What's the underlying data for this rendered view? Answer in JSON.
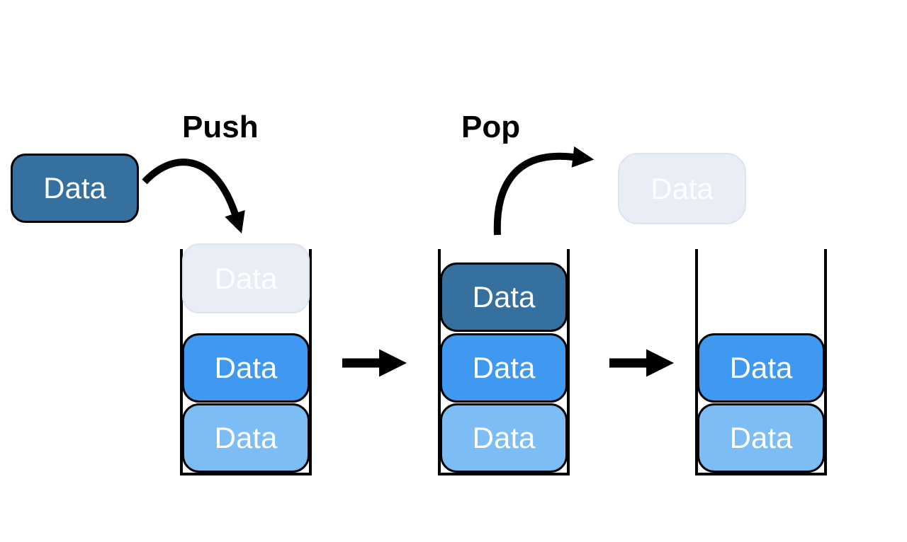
{
  "diagram": {
    "push_label": "Push",
    "pop_label": "Pop",
    "incoming_box": {
      "label": "Data"
    },
    "popped_box": {
      "label": "Data"
    },
    "stacks": [
      {
        "id": "stack-before-push",
        "items": [
          {
            "label": "Data",
            "variant": "ghost"
          },
          {
            "label": "Data",
            "variant": "medium"
          },
          {
            "label": "Data",
            "variant": "light"
          }
        ]
      },
      {
        "id": "stack-after-push",
        "items": [
          {
            "label": "Data",
            "variant": "dark"
          },
          {
            "label": "Data",
            "variant": "medium"
          },
          {
            "label": "Data",
            "variant": "light"
          }
        ]
      },
      {
        "id": "stack-after-pop",
        "items": [
          {
            "label": "Data",
            "variant": "medium"
          },
          {
            "label": "Data",
            "variant": "light"
          }
        ]
      }
    ],
    "colors": {
      "dark_blue": "#35709E",
      "medium_blue": "#4099F0",
      "light_blue": "#7BBDF4",
      "ghost_blue": "#E8EDF6",
      "arrow_black": "#000000"
    }
  }
}
